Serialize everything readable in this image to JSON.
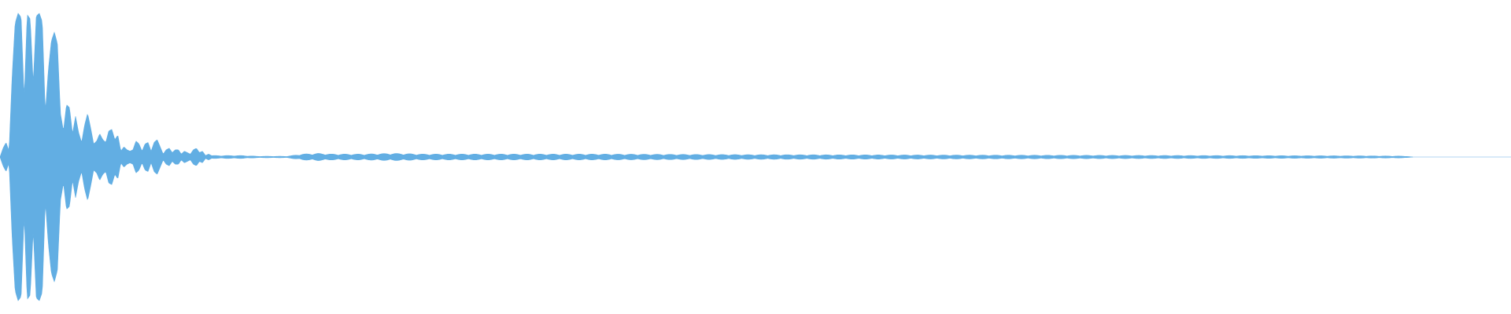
{
  "waveform": {
    "color": "#62aee3",
    "background": "#ffffff",
    "envelope": [
      [
        0.0,
        0.0
      ],
      [
        0.002,
        0.06
      ],
      [
        0.004,
        0.1
      ],
      [
        0.006,
        0.04
      ],
      [
        0.008,
        0.55
      ],
      [
        0.01,
        0.92
      ],
      [
        0.012,
        0.99
      ],
      [
        0.014,
        0.96
      ],
      [
        0.016,
        0.4
      ],
      [
        0.018,
        0.98
      ],
      [
        0.02,
        0.95
      ],
      [
        0.022,
        0.5
      ],
      [
        0.024,
        0.97
      ],
      [
        0.026,
        0.99
      ],
      [
        0.028,
        0.93
      ],
      [
        0.03,
        0.3
      ],
      [
        0.032,
        0.6
      ],
      [
        0.034,
        0.8
      ],
      [
        0.036,
        0.86
      ],
      [
        0.038,
        0.78
      ],
      [
        0.04,
        0.3
      ],
      [
        0.042,
        0.18
      ],
      [
        0.044,
        0.36
      ],
      [
        0.046,
        0.34
      ],
      [
        0.048,
        0.16
      ],
      [
        0.05,
        0.28
      ],
      [
        0.052,
        0.17
      ],
      [
        0.054,
        0.1
      ],
      [
        0.056,
        0.22
      ],
      [
        0.058,
        0.3
      ],
      [
        0.06,
        0.2
      ],
      [
        0.062,
        0.09
      ],
      [
        0.064,
        0.11
      ],
      [
        0.066,
        0.16
      ],
      [
        0.068,
        0.12
      ],
      [
        0.07,
        0.1
      ],
      [
        0.072,
        0.18
      ],
      [
        0.074,
        0.19
      ],
      [
        0.076,
        0.12
      ],
      [
        0.078,
        0.15
      ],
      [
        0.08,
        0.04
      ],
      [
        0.082,
        0.07
      ],
      [
        0.084,
        0.05
      ],
      [
        0.086,
        0.04
      ],
      [
        0.088,
        0.05
      ],
      [
        0.09,
        0.11
      ],
      [
        0.092,
        0.09
      ],
      [
        0.094,
        0.04
      ],
      [
        0.096,
        0.09
      ],
      [
        0.098,
        0.1
      ],
      [
        0.1,
        0.04
      ],
      [
        0.102,
        0.1
      ],
      [
        0.104,
        0.12
      ],
      [
        0.106,
        0.07
      ],
      [
        0.108,
        0.02
      ],
      [
        0.11,
        0.05
      ],
      [
        0.112,
        0.06
      ],
      [
        0.114,
        0.03
      ],
      [
        0.116,
        0.05
      ],
      [
        0.118,
        0.05
      ],
      [
        0.12,
        0.02
      ],
      [
        0.122,
        0.04
      ],
      [
        0.124,
        0.03
      ],
      [
        0.126,
        0.02
      ],
      [
        0.128,
        0.05
      ],
      [
        0.13,
        0.06
      ],
      [
        0.132,
        0.03
      ],
      [
        0.134,
        0.04
      ],
      [
        0.136,
        0.01
      ],
      [
        0.138,
        0.02
      ],
      [
        0.14,
        0.01
      ],
      [
        0.15,
        0.01
      ],
      [
        0.16,
        0.01
      ],
      [
        0.17,
        0.005
      ],
      [
        0.18,
        0.005
      ],
      [
        0.19,
        0.005
      ],
      [
        0.2,
        0.02
      ],
      [
        0.21,
        0.025
      ],
      [
        0.22,
        0.02
      ],
      [
        0.24,
        0.02
      ],
      [
        0.26,
        0.025
      ],
      [
        0.28,
        0.02
      ],
      [
        0.3,
        0.02
      ],
      [
        0.35,
        0.02
      ],
      [
        0.4,
        0.02
      ],
      [
        0.45,
        0.018
      ],
      [
        0.5,
        0.016
      ],
      [
        0.55,
        0.015
      ],
      [
        0.6,
        0.014
      ],
      [
        0.65,
        0.013
      ],
      [
        0.7,
        0.012
      ],
      [
        0.75,
        0.011
      ],
      [
        0.8,
        0.01
      ],
      [
        0.85,
        0.009
      ],
      [
        0.9,
        0.008
      ],
      [
        0.93,
        0.006
      ],
      [
        0.935,
        0.0
      ],
      [
        1.0,
        0.0
      ]
    ]
  }
}
